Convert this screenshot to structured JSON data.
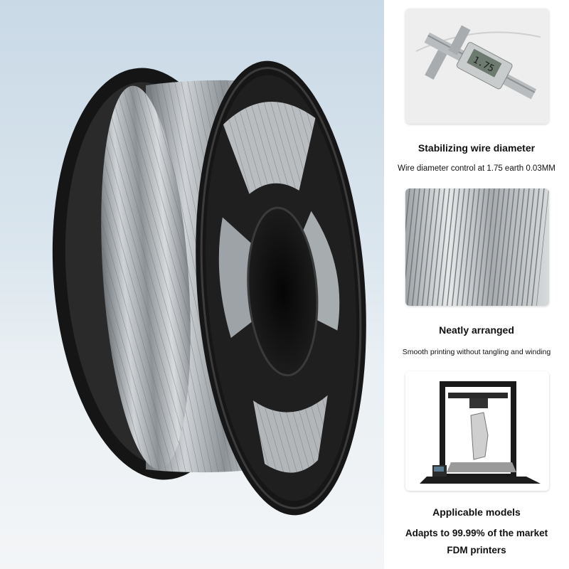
{
  "features": [
    {
      "icon": "caliper-icon",
      "title": "Stabilizing wire diameter",
      "subtitle": "Wire diameter control at 1.75 earth 0.03MM"
    },
    {
      "icon": "filament-closeup-icon",
      "title": "Neatly arranged",
      "subtitle": "Smooth printing without tangling and winding"
    },
    {
      "icon": "3d-printer-icon",
      "title": "Applicable models",
      "subtitle_line1": "Adapts to 99.99% of the market",
      "subtitle_line2": "FDM printers"
    }
  ],
  "colors": {
    "filament": "#a9aeb2",
    "spool": "#141414",
    "background_top": "#c9d9e6",
    "panel": "#f1f1f1"
  }
}
